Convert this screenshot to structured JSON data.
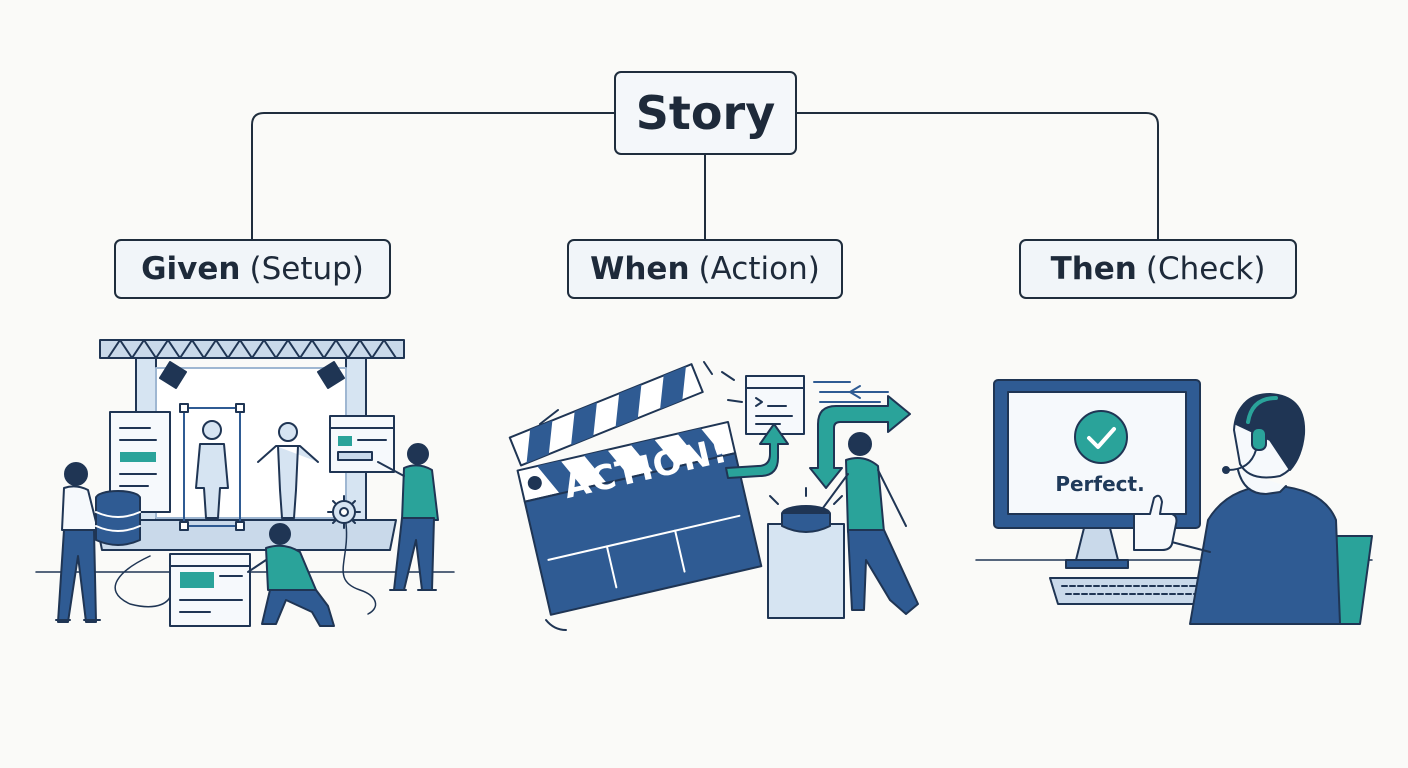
{
  "diagram": {
    "root": {
      "label": "Story"
    },
    "branches": [
      {
        "id": "given",
        "keyword": "Given",
        "detail": "(Setup)"
      },
      {
        "id": "when",
        "keyword": "When",
        "detail": "(Action)"
      },
      {
        "id": "then",
        "keyword": "Then",
        "detail": "(Check)"
      }
    ],
    "illustrations": {
      "clapperboard_text": "ACTION!",
      "monitor_text": "Perfect."
    },
    "colors": {
      "navy": "#1f2d3d",
      "blue": "#2f5b93",
      "light_blue": "#d6e4f2",
      "teal": "#2aa39a",
      "box_fill": "#f1f5f9"
    }
  }
}
